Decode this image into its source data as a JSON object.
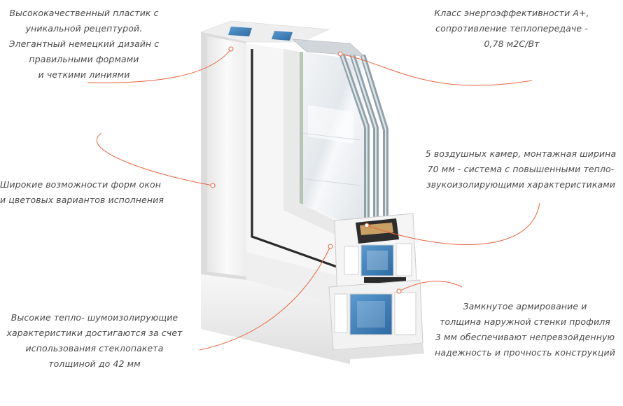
{
  "callouts": {
    "plastic": {
      "lines": [
        "Высококачественный пластик с",
        "уникальной рецептурой.",
        "Элегантный немецкий дизайн с",
        "правильными формами",
        "и четкими линиями"
      ]
    },
    "energy": {
      "lines": [
        "Класс энергоэффективности A+,",
        "сопротивление теплопередаче -",
        "0,78 м2С/Вт"
      ]
    },
    "shapes": {
      "lines": [
        "Широкие возможности форм окон",
        "и цветовых вариантов исполнения"
      ]
    },
    "chambers": {
      "lines": [
        "5 воздушных камер, монтажная ширина",
        "70 мм - система с повышенными тепло-",
        "звукоизолирующими характеристиками"
      ]
    },
    "insulation": {
      "lines": [
        "Высокие тепло- шумоизолирующие",
        "характеристики достигаются за счет",
        "использования стеклопакета",
        "толщиной до 42 мм"
      ]
    },
    "reinforcement": {
      "lines": [
        "Замкнутое армирование и",
        "толщина наружной стенки профиля",
        "3 мм обеспечивают непревзойденную",
        "надежность и прочность конструкций"
      ]
    }
  },
  "colors": {
    "accent": "#e8653f",
    "text": "#4a4a4a",
    "frame": "#f3f3f3",
    "reinforcement": "#3d7fb8",
    "seal": "#2a2a2a",
    "glass": "#dfe6ec"
  }
}
